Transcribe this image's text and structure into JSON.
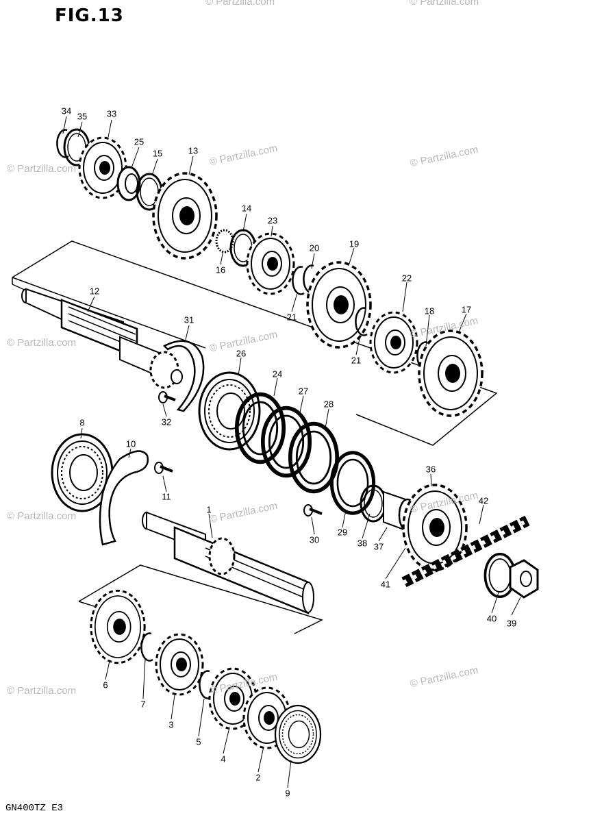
{
  "figure": {
    "title": "FIG.13",
    "model_code": "GN400TZ E3",
    "watermark": "© Partzilla.com"
  },
  "callouts": [
    "34",
    "35",
    "33",
    "25",
    "15",
    "13",
    "14",
    "23",
    "16",
    "20",
    "19",
    "21",
    "21",
    "22",
    "18",
    "17",
    "12",
    "31",
    "32",
    "26",
    "24",
    "27",
    "28",
    "8",
    "10",
    "11",
    "1",
    "36",
    "42",
    "30",
    "29",
    "38",
    "37",
    "41",
    "40",
    "39",
    "6",
    "7",
    "3",
    "5",
    "4",
    "2",
    "9"
  ],
  "colors": {
    "ink": "#000000",
    "watermark": "#b8b8b8",
    "paper": "#ffffff"
  }
}
